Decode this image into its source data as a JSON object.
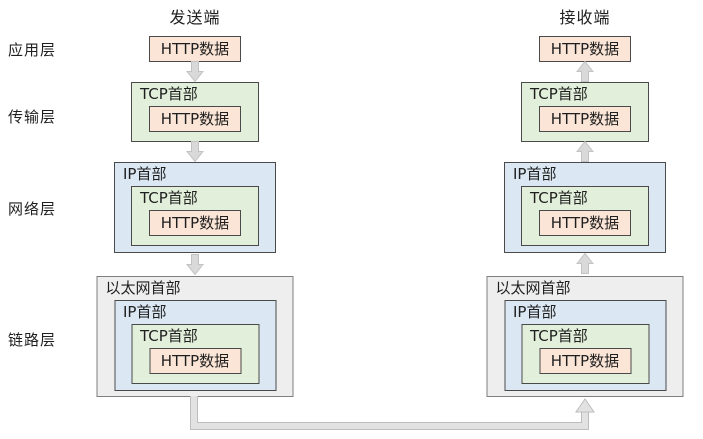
{
  "titles": {
    "sender": "发送端",
    "receiver": "接收端"
  },
  "layers": {
    "application": "应用层",
    "transport": "传输层",
    "network": "网络层",
    "link": "链路层"
  },
  "packet_labels": {
    "http": "HTTP数据",
    "tcp": "TCP首部",
    "ip": "IP首部",
    "ethernet": "以太网首部"
  },
  "colors": {
    "http_fill": "#fbe5d6",
    "tcp_fill": "#e2efda",
    "ip_fill": "#dbe8f4",
    "ethernet_fill": "#eeeeee",
    "box_border": "#4a4a4a",
    "ethernet_border": "#7f7f7f",
    "arrow_fill": "#d9d9d9",
    "connector_fill": "#e2e2e2",
    "connector_edge": "#bdbdbd"
  }
}
